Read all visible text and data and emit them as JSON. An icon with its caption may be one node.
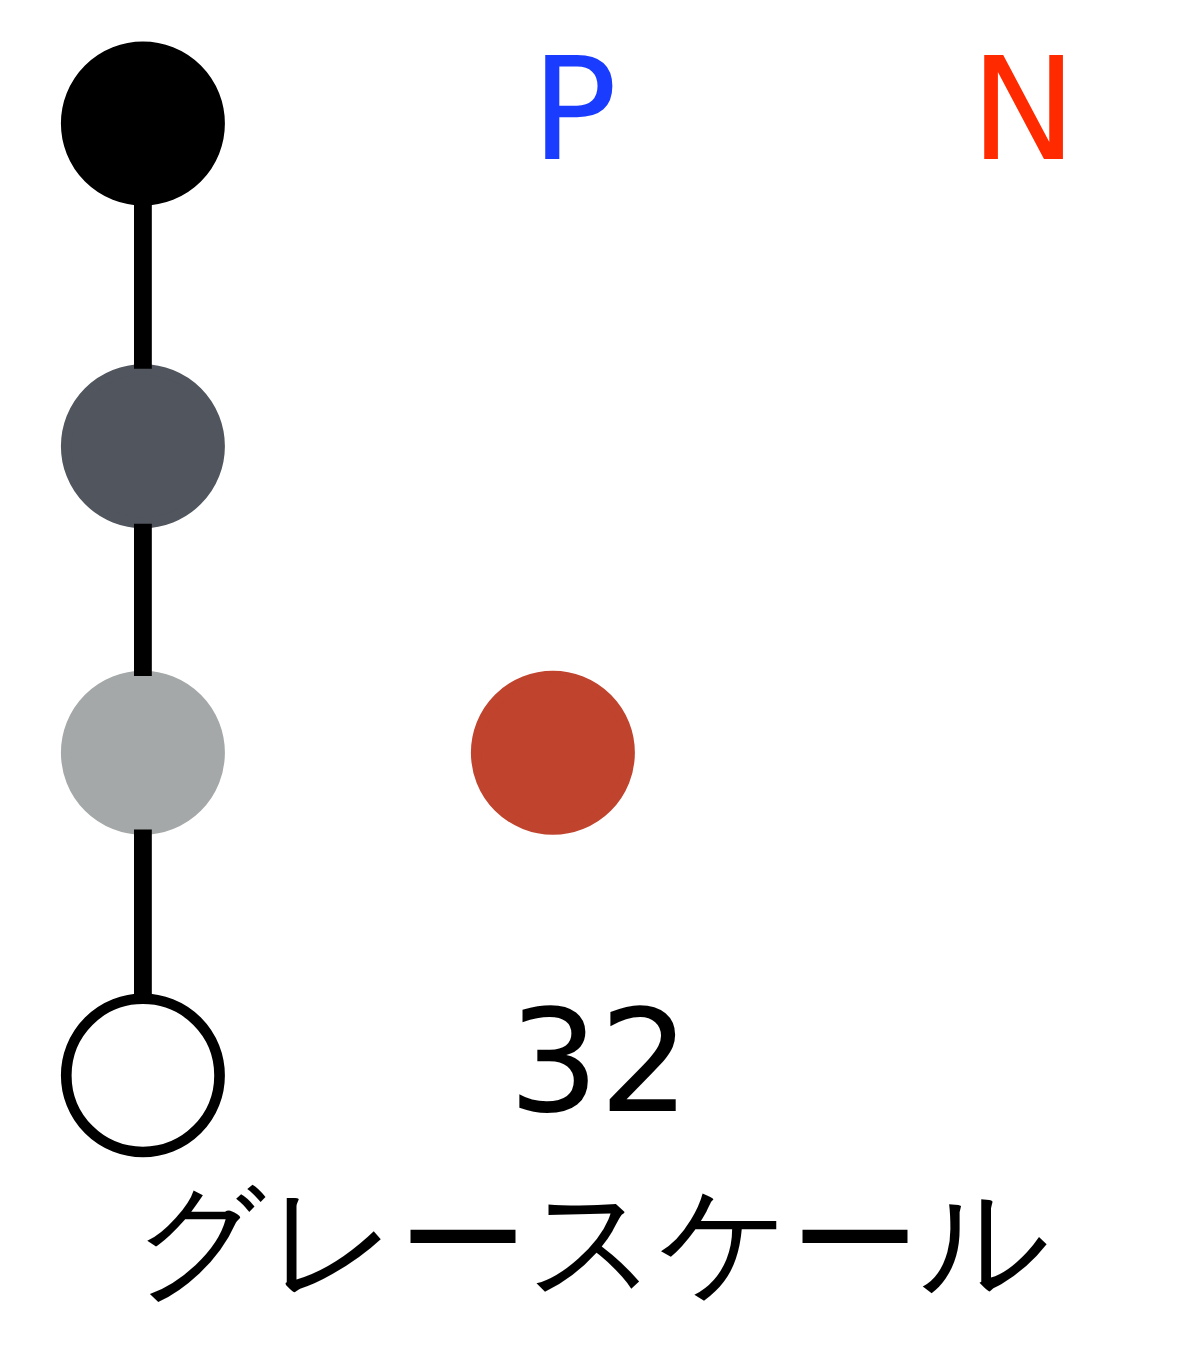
{
  "diagram": {
    "caption": "グレースケール",
    "nodes": [
      {
        "text": [],
        "shape": "circle"
      },
      {
        "text": [],
        "shape": "circle"
      },
      {
        "text": [],
        "shape": "circle"
      },
      {
        "text": [],
        "shape": "circle"
      },
      {
        "text": [],
        "shape": "circle"
      }
    ],
    "edges": [
      {
        "from": 0,
        "to": 1,
        "arrow": "none"
      },
      {
        "from": 1,
        "to": 2,
        "arrow": "none"
      },
      {
        "from": 2,
        "to": 3,
        "arrow": "none"
      }
    ],
    "labels": [
      "P",
      "N",
      "32"
    ]
  }
}
